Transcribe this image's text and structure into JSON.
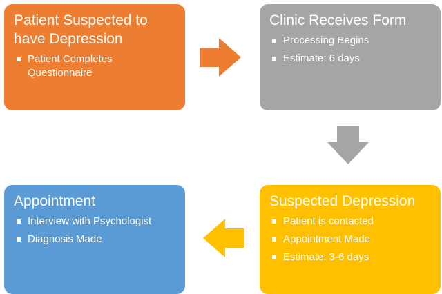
{
  "colors": {
    "patient_box": "#ED7D31",
    "clinic_box": "#A5A5A5",
    "suspected_box": "#FFC000",
    "appointment_box": "#5B9BD5",
    "arrow_orange": "#ED7D31",
    "arrow_gray": "#A5A5A5",
    "arrow_yellow": "#FFC000",
    "text": "#FFFFFF"
  },
  "boxes": {
    "patient": {
      "title": "Patient Suspected to have Depression",
      "bullets": [
        "Patient Completes Questionnaire"
      ]
    },
    "clinic": {
      "title": "Clinic Receives Form",
      "bullets": [
        "Processing Begins",
        "Estimate: 6 days"
      ]
    },
    "suspected": {
      "title": "Suspected Depression",
      "bullets": [
        "Patient is contacted",
        "Appointment Made",
        "Estimate: 3-6 days"
      ]
    },
    "appointment": {
      "title": "Appointment",
      "bullets": [
        "Interview with Psychologist",
        "Diagnosis Made"
      ]
    }
  },
  "arrows": {
    "right": "right-arrow-icon",
    "down": "down-arrow-icon",
    "left": "left-arrow-icon"
  }
}
